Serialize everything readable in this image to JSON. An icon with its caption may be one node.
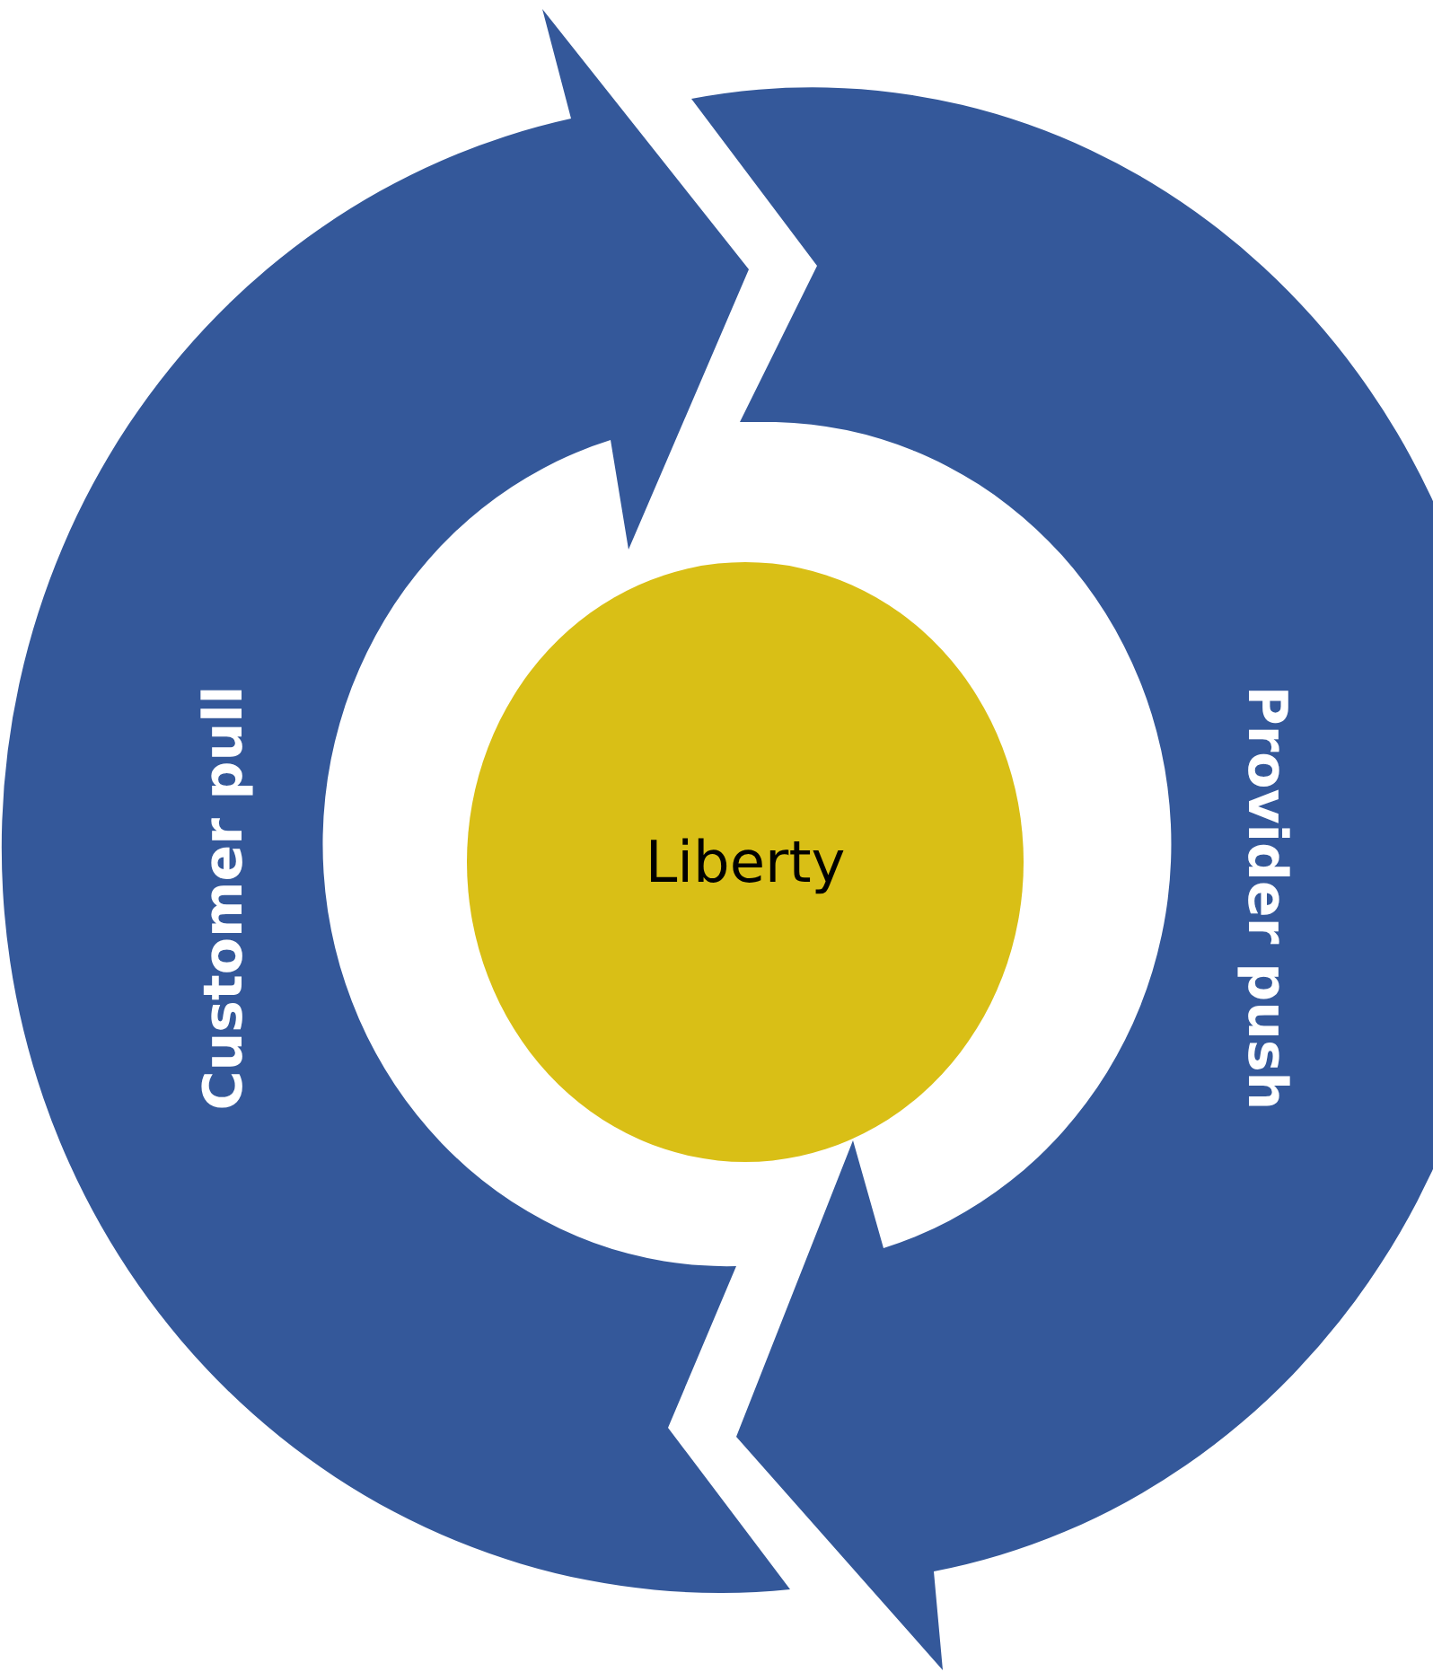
{
  "diagram": {
    "nodes": [
      {
        "text": [
          "Customer pull"
        ]
      },
      {
        "text": [
          "Provider push"
        ]
      },
      {
        "text": [
          "Liberty"
        ]
      }
    ]
  }
}
